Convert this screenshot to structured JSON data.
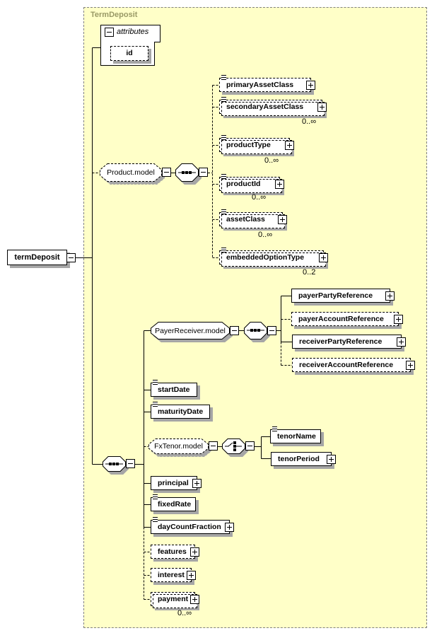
{
  "title": "TermDeposit",
  "colors": {
    "container_fill": "#FFFFC8",
    "container_border": "#808080",
    "container_label": "#999966",
    "shadow": "#A6A6A6"
  },
  "root": {
    "label": "termDeposit"
  },
  "attributes_box": {
    "header": "attributes",
    "attribute": {
      "label": "id"
    }
  },
  "groups": {
    "product_model": {
      "label": "Product.model"
    },
    "payer_receiver_model": {
      "label": "PayerReceiver.model"
    },
    "fx_tenor_model": {
      "label": "FxTenor.model"
    }
  },
  "icons": {
    "collapse_glyph": "-",
    "expand_glyph": "+",
    "sequence": "sequence-compositor",
    "choice": "choice-compositor",
    "simple_type": "text-lines"
  },
  "nodes": {
    "primaryAssetClass": {
      "label": "primaryAssetClass"
    },
    "secondaryAssetClass": {
      "label": "secondaryAssetClass",
      "occurrence": "0..∞"
    },
    "productType": {
      "label": "productType",
      "occurrence": "0..∞"
    },
    "productId": {
      "label": "productId",
      "occurrence": "0..∞"
    },
    "assetClass": {
      "label": "assetClass",
      "occurrence": "0..∞"
    },
    "embeddedOptionType": {
      "label": "embeddedOptionType",
      "occurrence": "0..2"
    },
    "payerPartyReference": {
      "label": "payerPartyReference"
    },
    "payerAccountReference": {
      "label": "payerAccountReference"
    },
    "receiverPartyReference": {
      "label": "receiverPartyReference"
    },
    "receiverAccountReference": {
      "label": "receiverAccountReference"
    },
    "startDate": {
      "label": "startDate"
    },
    "maturityDate": {
      "label": "maturityDate"
    },
    "tenorName": {
      "label": "tenorName"
    },
    "tenorPeriod": {
      "label": "tenorPeriod"
    },
    "principal": {
      "label": "principal"
    },
    "fixedRate": {
      "label": "fixedRate"
    },
    "dayCountFraction": {
      "label": "dayCountFraction"
    },
    "features": {
      "label": "features"
    },
    "interest": {
      "label": "interest"
    },
    "payment": {
      "label": "payment",
      "occurrence": "0..∞"
    }
  }
}
